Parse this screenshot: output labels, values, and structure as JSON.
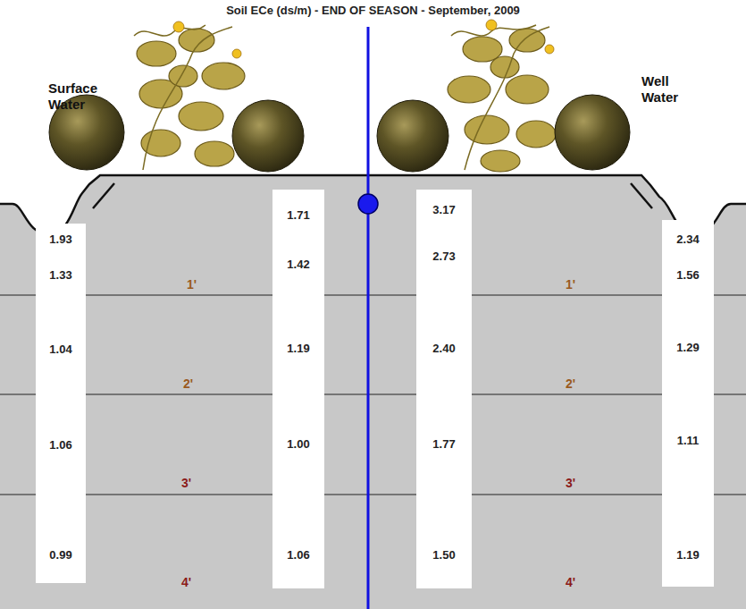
{
  "diagram": {
    "title": "Soil ECe (ds/m) - END OF SEASON - September, 2009",
    "nodes": [
      {
        "text": [
          "1.93",
          "1.33",
          "1.04",
          "1.06",
          "0.99"
        ]
      },
      {
        "text": [
          "1.71",
          "1.42",
          "1.19",
          "1.00",
          "1.06"
        ]
      },
      {
        "text": [
          "3.17",
          "2.73",
          "2.40",
          "1.77",
          "1.50"
        ]
      },
      {
        "text": [
          "2.34",
          "1.56",
          "1.29",
          "1.11",
          "1.19"
        ]
      }
    ],
    "labels": [
      "Surface Water",
      "Well Water",
      "1'",
      "2'",
      "3'",
      "4'",
      "1'",
      "2'",
      "3'",
      "4'"
    ]
  }
}
